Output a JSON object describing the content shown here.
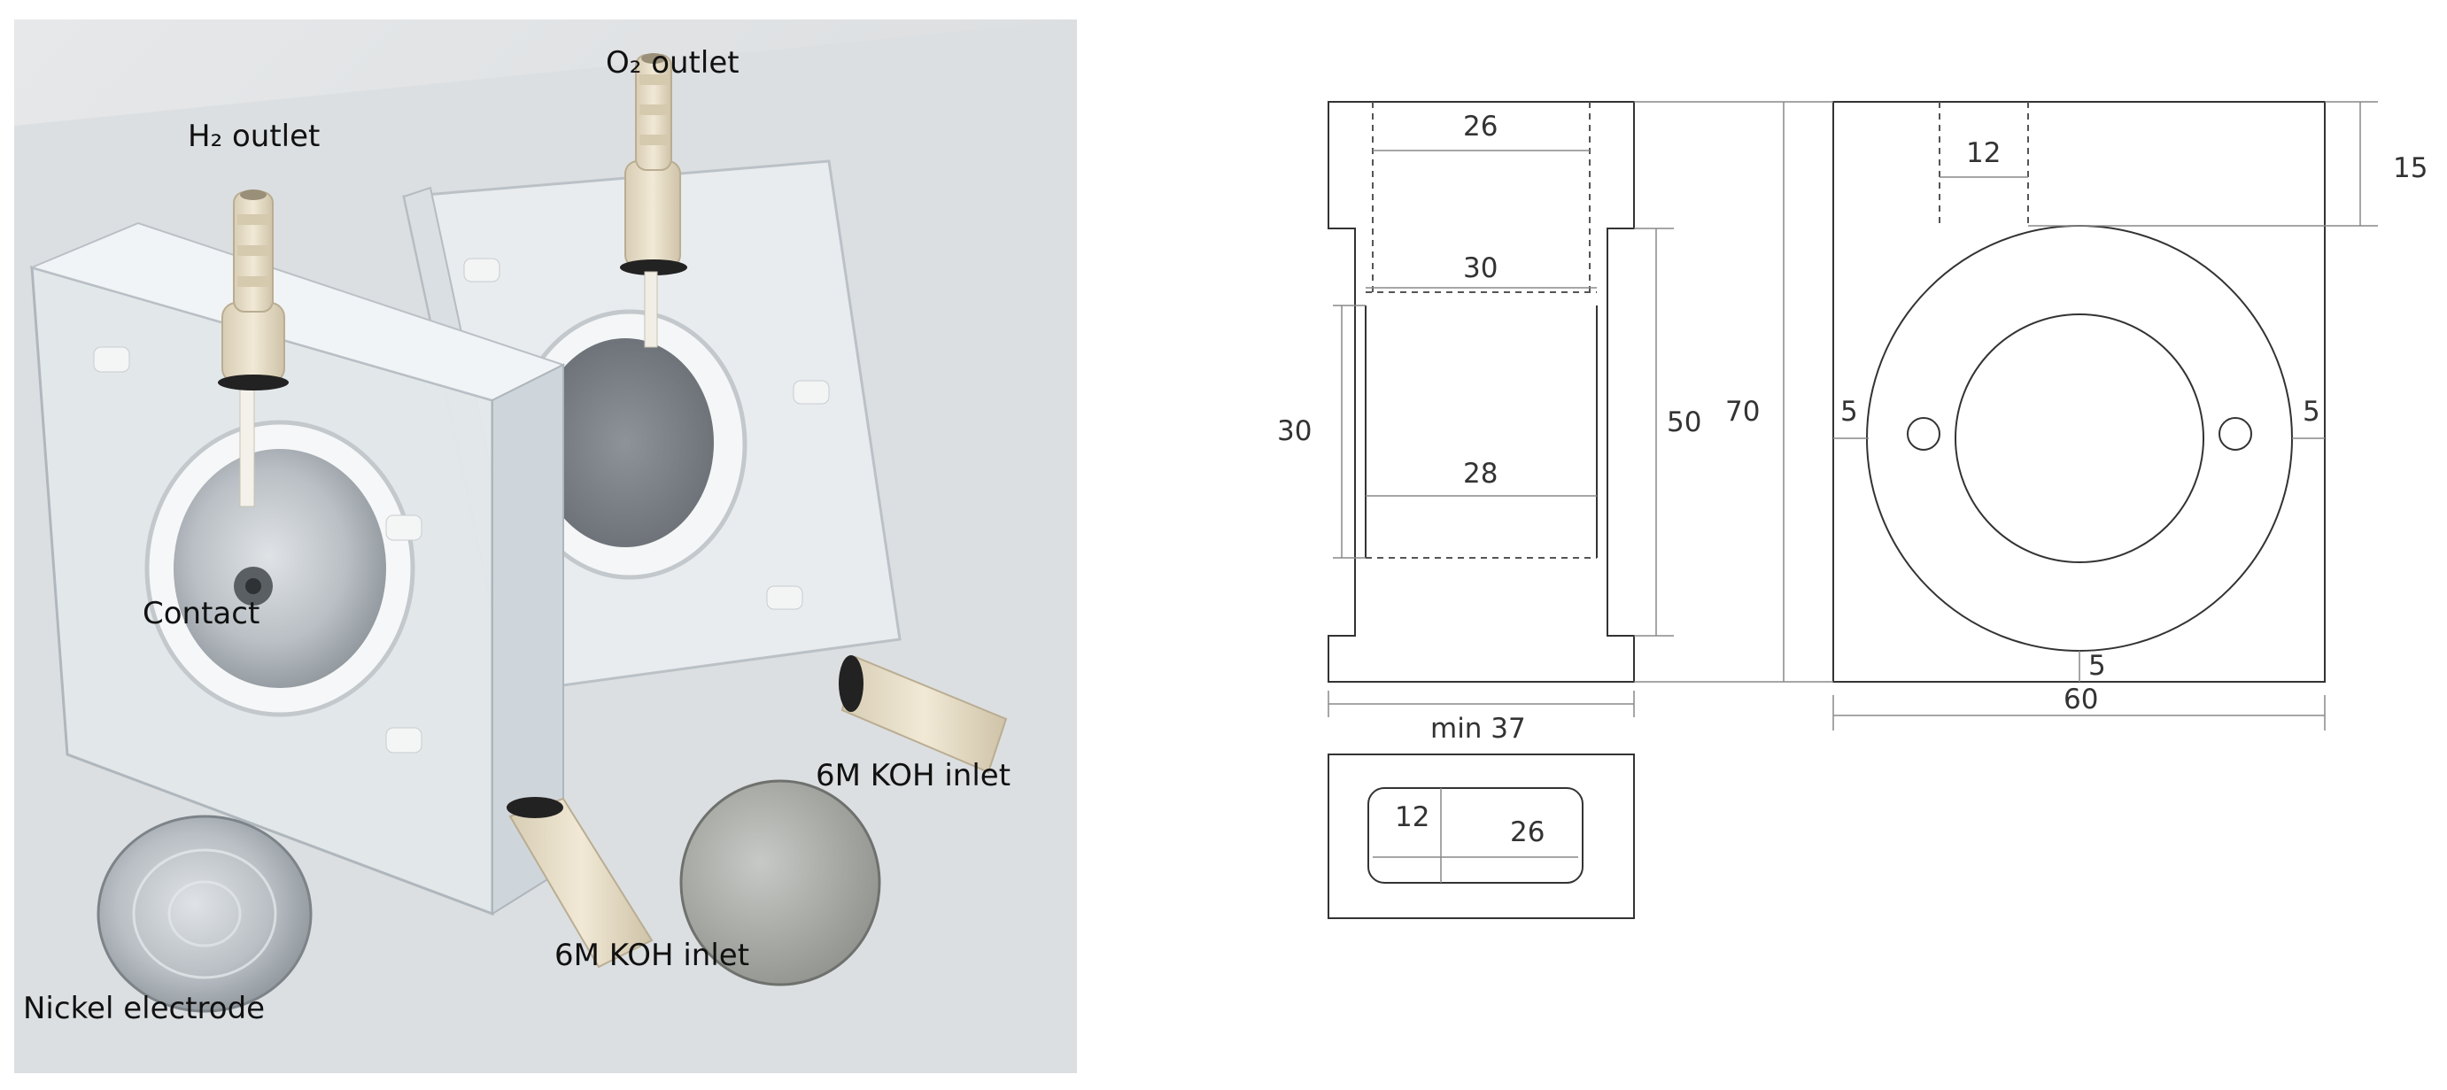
{
  "photo_labels": {
    "h2_outlet": "H₂ outlet",
    "o2_outlet": "O₂ outlet",
    "contact": "Contact",
    "koh_inlet_right": "6M KOH inlet",
    "koh_inlet_bottom": "6M KOH inlet",
    "nickel_electrode": "Nickel electrode"
  },
  "side_view": {
    "top_channel_width": "26",
    "cavity_top_width": "30",
    "cavity_height": "30",
    "cavity_inner_width": "28",
    "recess_height": "50",
    "overall_height": "70",
    "base_width": "min 37"
  },
  "front_view": {
    "outlet_width": "12",
    "outlet_depth": "15",
    "left_margin": "5",
    "right_margin": "5",
    "bottom_margin": "5",
    "overall_width": "60"
  },
  "bottom_view": {
    "slot_height": "12",
    "slot_width": "26"
  },
  "colors": {
    "acrylic": "#e6ebee",
    "fitting": "#e9e0cb",
    "metal": "#a9afb4",
    "line": "#333333"
  }
}
